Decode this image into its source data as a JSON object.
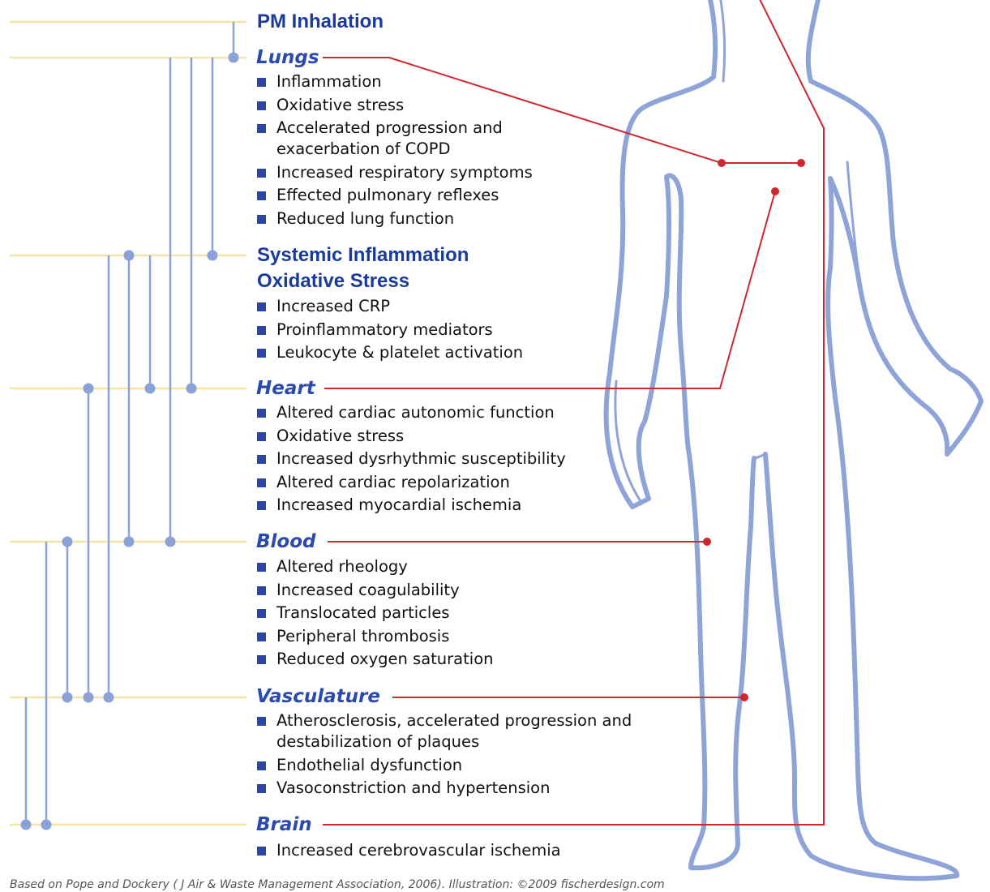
{
  "colors": {
    "guide_line": "#f5e3a8",
    "connector": "#8aa2d8",
    "pointer": "#d0262e",
    "body_outline": "#8ea4d8",
    "heading": "#1a3a9c",
    "organ_label": "#2a4ab0",
    "bullet": "#2a44a8"
  },
  "pm_inhalation": {
    "title": "PM Inhalation"
  },
  "lungs": {
    "title": "Lungs",
    "items": [
      "Inflammation",
      "Oxidative stress",
      "Accelerated progression and exacerbation of COPD",
      "Increased respiratory symptoms",
      "Effected pulmonary reflexes",
      "Reduced lung function"
    ]
  },
  "systemic": {
    "title_line1": "Systemic Inflammation",
    "title_line2": "Oxidative Stress",
    "items": [
      "Increased CRP",
      "Proinflammatory mediators",
      "Leukocyte & platelet activation"
    ]
  },
  "heart": {
    "title": "Heart",
    "items": [
      "Altered cardiac autonomic function",
      "Oxidative stress",
      "Increased dysrhythmic susceptibility",
      "Altered cardiac repolarization",
      "Increased myocardial ischemia"
    ]
  },
  "blood": {
    "title": "Blood",
    "items": [
      "Altered rheology",
      "Increased coagulability",
      "Translocated particles",
      "Peripheral thrombosis",
      "Reduced oxygen saturation"
    ]
  },
  "vasculature": {
    "title": "Vasculature",
    "items": [
      "Atherosclerosis, accelerated progression and destabilization of plaques",
      "Endothelial dysfunction",
      "Vasoconstriction and hypertension"
    ]
  },
  "brain": {
    "title": "Brain",
    "items": [
      "Increased cerebrovascular ischemia"
    ]
  },
  "credit": "Based on Pope and Dockery ( J Air & Waste Management Association, 2006). Illustration: ©2009 fischerdesign.com"
}
